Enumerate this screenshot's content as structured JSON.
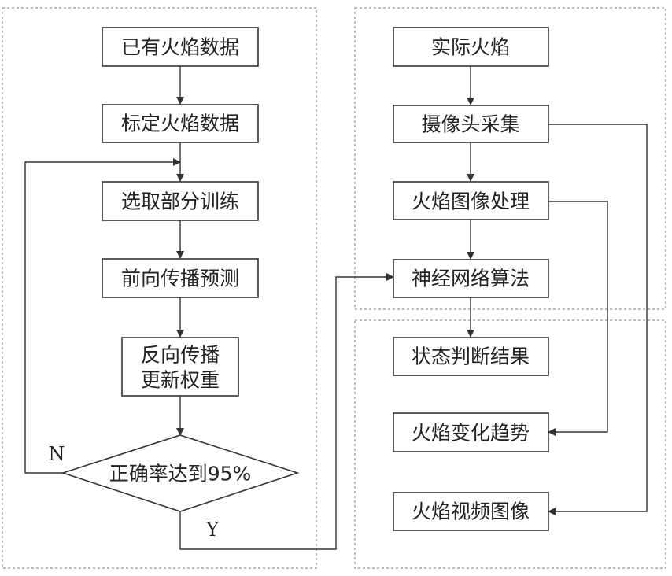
{
  "training": {
    "existing_data": "已有火焰数据",
    "label_data": "标定火焰数据",
    "select_train": "选取部分训练",
    "forward": "前向传播预测",
    "backward_line1": "反向传播",
    "backward_line2": "更新权重",
    "decision": "正确率达到95%",
    "no_label": "N",
    "yes_label": "Y"
  },
  "detection": {
    "actual_flame": "实际火焰",
    "camera": "摄像头采集",
    "image_proc": "火焰图像处理",
    "neural_net": "神经网络算法"
  },
  "output": {
    "state_result": "状态判断结果",
    "trend": "火焰变化趋势",
    "video": "火焰视频图像"
  }
}
